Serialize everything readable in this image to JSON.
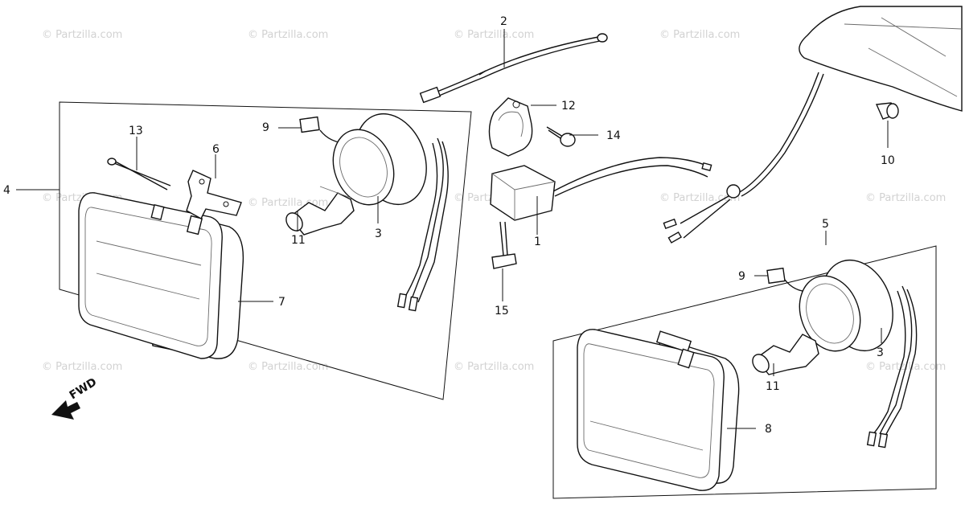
{
  "watermark": "© Partzilla.com",
  "direction_label": "FWD",
  "callouts": {
    "c1": "1",
    "c2": "2",
    "c3a": "3",
    "c3b": "3",
    "c4": "4",
    "c5": "5",
    "c6": "6",
    "c7": "7",
    "c8": "8",
    "c9a": "9",
    "c9b": "9",
    "c10": "10",
    "c11a": "11",
    "c11b": "11",
    "c12": "12",
    "c13": "13",
    "c14": "14",
    "c15": "15"
  }
}
